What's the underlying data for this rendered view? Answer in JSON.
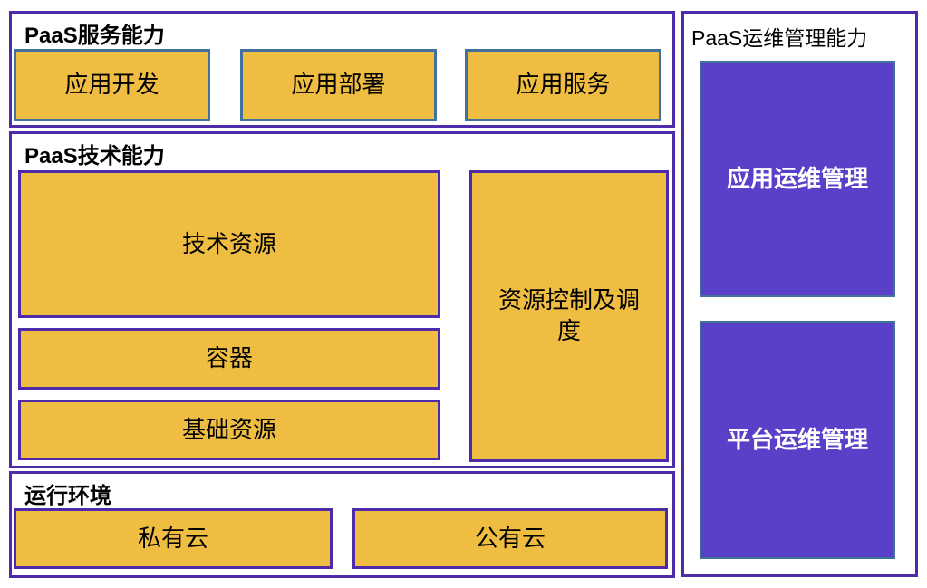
{
  "colors": {
    "outer_border": "#4e2ba8",
    "steel_border": "#41719c",
    "orange_fill": "#efbd41",
    "purple_fill": "#5a40c8",
    "text_dark": "#000000",
    "text_light": "#ffffff"
  },
  "sections": {
    "service": {
      "title": "PaaS服务能力",
      "boxes": [
        "应用开发",
        "应用部署",
        "应用服务"
      ]
    },
    "tech": {
      "title": "PaaS技术能力",
      "boxes": [
        "技术资源",
        "容器",
        "基础资源"
      ],
      "side_box": "资源控制及调度"
    },
    "runtime": {
      "title": "运行环境",
      "boxes": [
        "私有云",
        "公有云"
      ]
    },
    "ops": {
      "title": "PaaS运维管理能力",
      "boxes": [
        "应用运维管理",
        "平台运维管理"
      ]
    }
  }
}
